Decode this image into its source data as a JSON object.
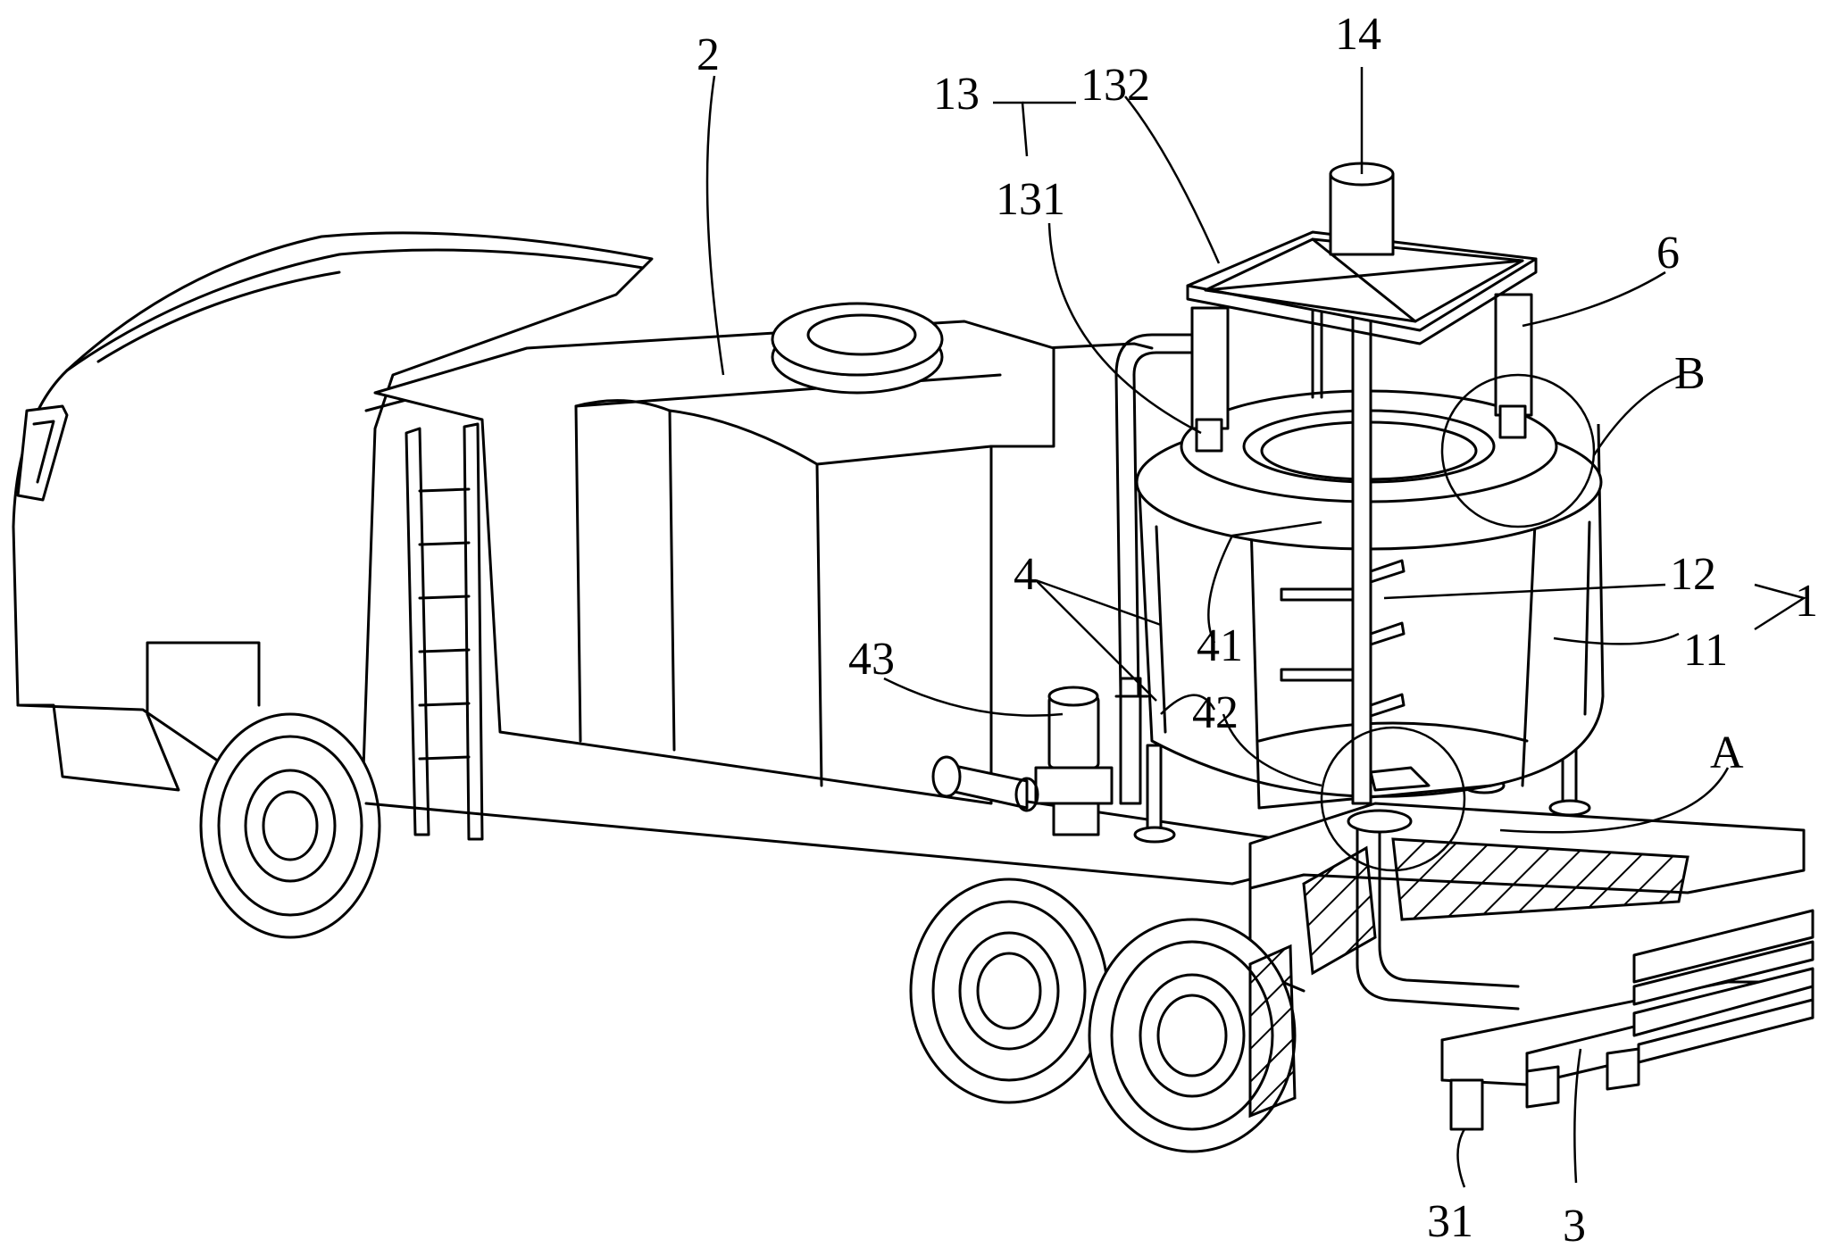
{
  "labels": {
    "l1": "1",
    "l2": "2",
    "l3": "3",
    "l4": "4",
    "l6": "6",
    "l11": "11",
    "l12": "12",
    "l13": "13",
    "l14": "14",
    "l31": "31",
    "l41": "41",
    "l42": "42",
    "l43": "43",
    "l131": "131",
    "l132": "132",
    "lA": "A",
    "lB": "B"
  }
}
